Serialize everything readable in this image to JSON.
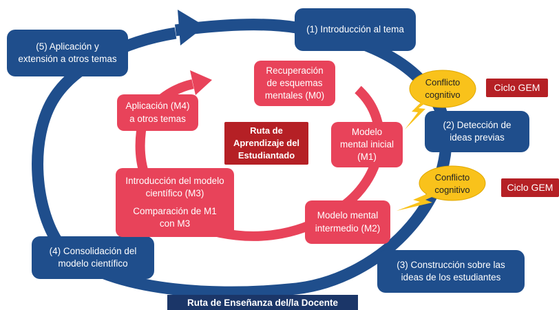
{
  "teacher_route": {
    "label": "Ruta de Enseñanza del/la Docente",
    "steps": [
      {
        "id": "s1",
        "lines": [
          "(1) Introducción al tema"
        ]
      },
      {
        "id": "s2",
        "lines": [
          "(2) Detección de",
          "ideas previas"
        ]
      },
      {
        "id": "s3",
        "lines": [
          "(3) Construcción sobre las",
          "ideas de los estudiantes"
        ]
      },
      {
        "id": "s4",
        "lines": [
          "(4) Consolidación del",
          "modelo científico"
        ]
      },
      {
        "id": "s5",
        "lines": [
          "(5) Aplicación y",
          "extensión a otros temas"
        ]
      }
    ]
  },
  "student_route": {
    "label_lines": [
      "Ruta de",
      "Aprendizaje del",
      "Estudiantado"
    ],
    "stages": {
      "m0": [
        "Recuperación",
        "de esquemas",
        "mentales (M0)"
      ],
      "m1": [
        "Modelo",
        "mental inicial",
        "(M1)"
      ],
      "m2": [
        "Modelo mental",
        "intermedio (M2)"
      ],
      "m3_intro": [
        "Introducción del modelo",
        "científico (M3)"
      ],
      "m3_compare": [
        "Comparación de M1",
        "con M3"
      ],
      "m4": [
        "Aplicación (M4)",
        "a otros temas"
      ]
    }
  },
  "conflicts": [
    {
      "id": "c1",
      "lines": [
        "Conflicto",
        "cognitivo"
      ],
      "tag": "Ciclo GEM"
    },
    {
      "id": "c2",
      "lines": [
        "Conflicto",
        "cognitivo"
      ],
      "tag": "Ciclo GEM"
    }
  ],
  "colors": {
    "teacher_blue": "#1f4e8c",
    "student_red": "#e8435a",
    "tag_red": "#b52025",
    "conflict_yellow": "#f9c21b"
  }
}
